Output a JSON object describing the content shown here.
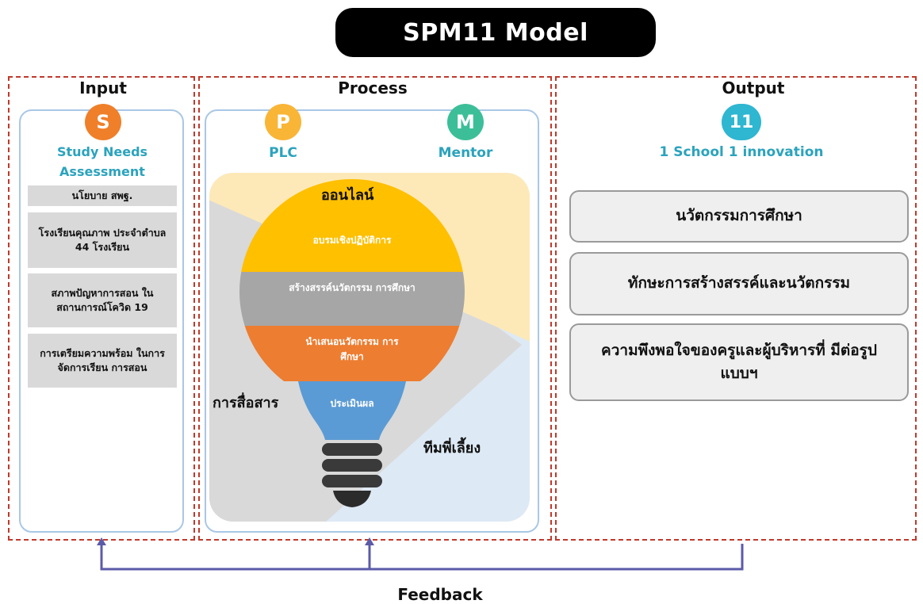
{
  "title": "SPM11 Model",
  "sections": {
    "input": {
      "label": "Input",
      "circle": "S",
      "subtitle_line1": "Study Needs",
      "subtitle_line2": "Assessment",
      "items": [
        "นโยบาย สพฐ.",
        "โรงเรียนคุณภาพ ประจำตำบล 44 โรงเรียน",
        "สภาพปัญหาการสอน ใน สถานการณ์โควิด 19",
        "การเตรียมความพร้อม ในการจัดการเรียน การสอน"
      ]
    },
    "process": {
      "label": "Process",
      "circle_p": "P",
      "label_p": "PLC",
      "circle_m": "M",
      "label_m": "Mentor",
      "online": "ออนไลน์",
      "communication": "การสื่อสาร",
      "team": "ทีมพี่เลี้ยง",
      "bulb_layers": [
        "อบรมเชิงปฏิบัติการ",
        "สร้างสรรค์นวัตกรรม การศึกษา",
        "นำเสนอนวัตกรรม การศึกษา",
        "ประเมินผล"
      ]
    },
    "output": {
      "label": "Output",
      "circle": "11",
      "subtitle": "1 School 1 innovation",
      "items": [
        "นวัตกรรมการศึกษา",
        "ทักษะการสร้างสรรค์และนวัตกรรม",
        "ความพึงพอใจของครูและผู้บริหารที่ มีต่อรูปแบบฯ"
      ]
    }
  },
  "feedback": "Feedback",
  "colors": {
    "dash_border": "#c0392b",
    "panel_border": "#a9c7e6",
    "circle_s": "#f07f2a",
    "circle_p": "#f9b536",
    "circle_m": "#3cbf98",
    "circle_11": "#2fb6d0",
    "accent_teal": "#2ba3bd",
    "bulb_yellow": "#ffc000",
    "bulb_gray": "#a6a6a6",
    "bulb_orange": "#ed7d31",
    "bulb_blue": "#5b9bd5",
    "feedback_line": "#5b5ba8"
  }
}
